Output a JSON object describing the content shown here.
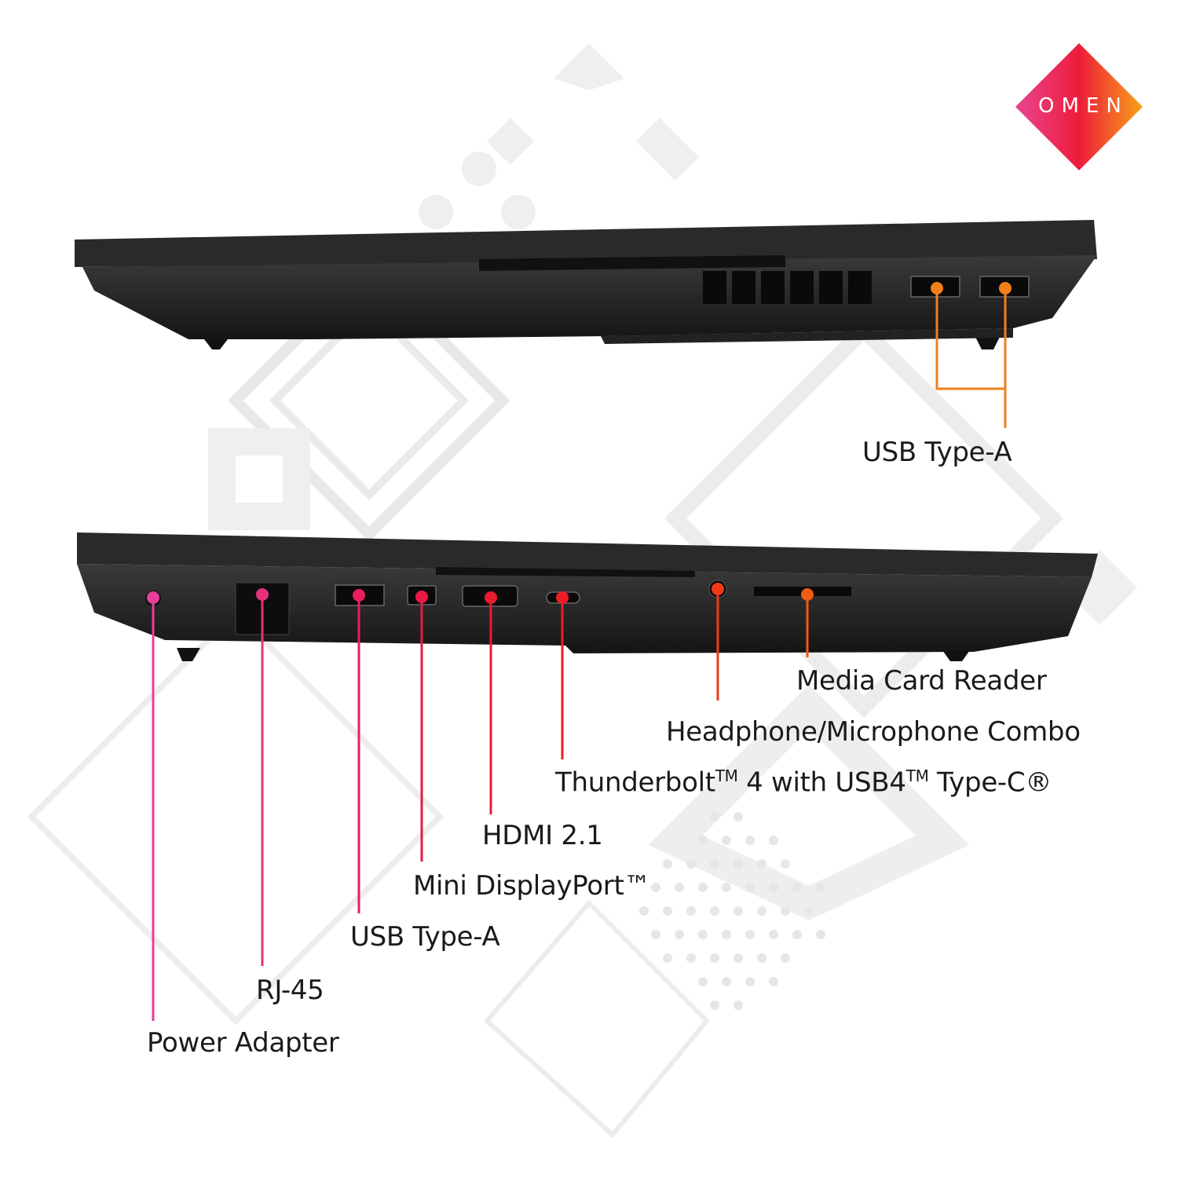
{
  "brand": {
    "logo_text": "OMEN",
    "gradient": [
      "#e8458f",
      "#ee1c3a",
      "#f7a11a"
    ]
  },
  "top_view": {
    "labels": [
      {
        "id": "usb-type-a-right",
        "text": "USB Type-A",
        "color": "#f27f1a"
      }
    ]
  },
  "bottom_view": {
    "labels": [
      {
        "id": "media-card-reader",
        "text": "Media Card Reader",
        "color": "#f05a14"
      },
      {
        "id": "headphone-mic-combo",
        "text": "Headphone/Microphone Combo",
        "color": "#f03a1a"
      },
      {
        "id": "thunderbolt",
        "text": "Thunderbolt",
        "tm1": "TM",
        "mid": " 4 with USB4",
        "tm2": "TM",
        "tail": " Type-C®",
        "color": "#ee1c25"
      },
      {
        "id": "hdmi",
        "text": "HDMI 2.1",
        "color": "#e81a30"
      },
      {
        "id": "mini-displayport",
        "text": "Mini DisplayPort™",
        "color": "#e81a45"
      },
      {
        "id": "usb-type-a-left",
        "text": "USB Type-A",
        "color": "#e81f5e"
      },
      {
        "id": "rj-45",
        "text": "RJ-45",
        "color": "#e8307a"
      },
      {
        "id": "power-adapter",
        "text": "Power Adapter",
        "color": "#e83e9a"
      }
    ]
  }
}
